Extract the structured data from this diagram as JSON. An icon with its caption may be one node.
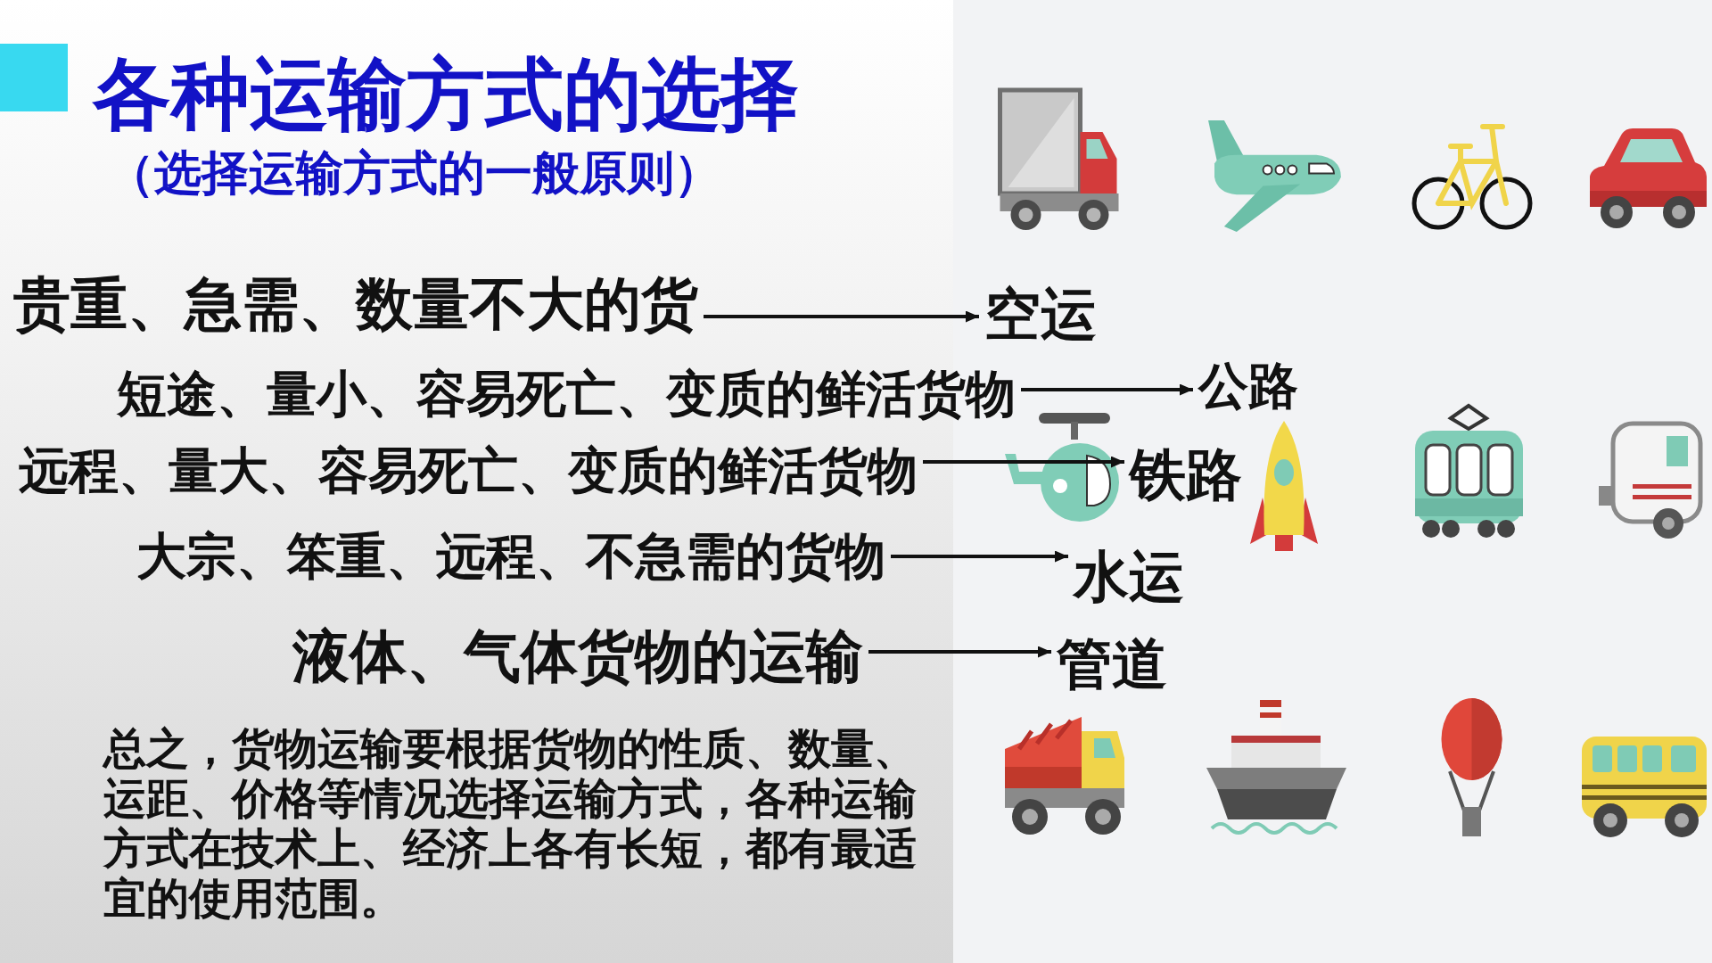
{
  "diagram": {
    "title": "各种运输方式的选择",
    "nodes": [
      {
        "text": [
          "贵重、急需、数量不大的货"
        ]
      },
      {
        "text": [
          "空运"
        ]
      },
      {
        "text": [
          "短途、量小、容易死亡、变质的鲜活货物"
        ]
      },
      {
        "text": [
          "公路"
        ]
      },
      {
        "text": [
          "远程、量大、容易死亡、变质的鲜活货物"
        ]
      },
      {
        "text": [
          "铁路"
        ]
      },
      {
        "text": [
          "大宗、笨重、远程、不急需的货物"
        ]
      },
      {
        "text": [
          "水运"
        ]
      },
      {
        "text": [
          "液体、气体货物的运输"
        ]
      },
      {
        "text": [
          "管道"
        ]
      }
    ],
    "edges": [
      {
        "from": 0,
        "to": 1,
        "arrow": "to"
      },
      {
        "from": 2,
        "to": 3,
        "arrow": "to"
      },
      {
        "from": 4,
        "to": 5,
        "arrow": "to"
      },
      {
        "from": 6,
        "to": 7,
        "arrow": "to"
      },
      {
        "from": 8,
        "to": 9,
        "arrow": "to"
      }
    ],
    "labels": [
      "（选择运输方式的一般原则）",
      "总之，货物运输要根据货物的性质、数量、运距、价格等情况选择运输方式，各种运输方式在技术上、经济上各有长短，都有最适宜的使用范围。"
    ]
  }
}
